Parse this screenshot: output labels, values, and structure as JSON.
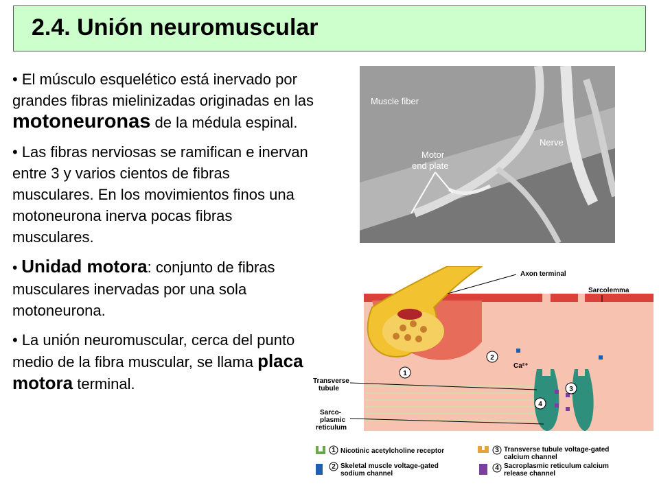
{
  "title": "2.4. Unión neuromuscular",
  "paragraphs": [
    {
      "lead": "• El músculo esquelético está inervado por grandes fibras mielinizadas originadas en las ",
      "emph": "motoneuronas",
      "tail": " de la médula espinal."
    },
    {
      "text": "• Las fibras nerviosas se ramifican e inervan entre 3 y varios cientos de fibras musculares. En los movimientos finos una motoneurona inerva pocas fibras musculares."
    },
    {
      "bullet": "• ",
      "emph": "Unidad motora",
      "tail": ": conjunto de fibras musculares inervadas por una sola motoneurona."
    },
    {
      "lead": "• La unión neuromuscular, cerca del punto medio de la fibra muscular, se llama ",
      "emph": "placa motora",
      "tail": " terminal."
    }
  ],
  "photo": {
    "label_fiber": "Muscle fiber",
    "label_nerve": "Nerve",
    "label_plate_1": "Motor",
    "label_plate_2": "end plate"
  },
  "diagram": {
    "axon": "Axon terminal",
    "sarcolemma": "Sarcolemma",
    "ca": "Ca²⁺",
    "ttubule_1": "Transverse",
    "ttubule_2": "tubule",
    "sr_1": "Sarco-",
    "sr_2": "plasmic",
    "sr_3": "reticulum",
    "legend": [
      {
        "num": "1",
        "line1": "Nicotinic acetylcholine receptor",
        "line2": ""
      },
      {
        "num": "2",
        "line1": "Skeletal muscle voltage-gated",
        "line2": "sodium channel"
      },
      {
        "num": "3",
        "line1": "Transverse tubule voltage-gated",
        "line2": "calcium channel"
      },
      {
        "num": "4",
        "line1": "Sacroplasmic reticulum calcium",
        "line2": "release channel"
      }
    ],
    "colors": {
      "membrane": "#d9413a",
      "muscle": "#f7c3b0",
      "axon": "#f2c230",
      "tubule": "#2f8f7d"
    }
  }
}
